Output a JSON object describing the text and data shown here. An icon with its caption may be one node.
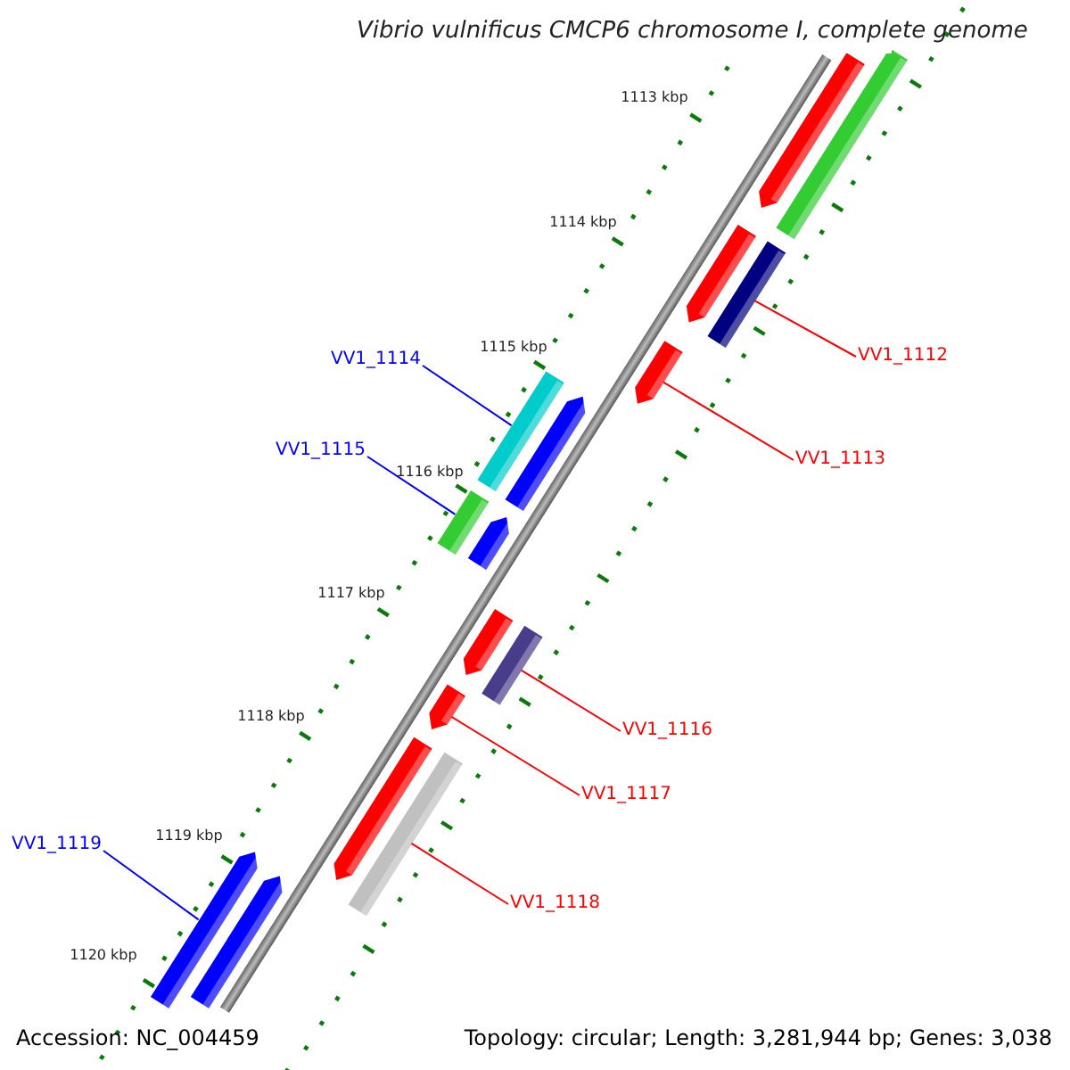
{
  "diagram": {
    "title": "Vibrio vulnificus CMCP6 chromosome I, complete genome",
    "nodes": [
      {
        "text": [
          "VV1_1112"
        ]
      },
      {
        "text": [
          "VV1_1113"
        ]
      },
      {
        "text": [
          "VV1_1114"
        ]
      },
      {
        "text": [
          "VV1_1115"
        ]
      },
      {
        "text": [
          "VV1_1116"
        ]
      },
      {
        "text": [
          "VV1_1117"
        ]
      },
      {
        "text": [
          "VV1_1118"
        ]
      },
      {
        "text": [
          "VV1_1119"
        ]
      },
      {
        "text": [],
        "shape": "bar"
      },
      {
        "text": [],
        "shape": "arrow"
      },
      {
        "text": [],
        "shape": "bar"
      },
      {
        "text": [],
        "shape": "bar"
      },
      {
        "text": [],
        "shape": "bar"
      },
      {
        "text": [],
        "shape": "arrow"
      },
      {
        "text": [],
        "shape": "bar"
      },
      {
        "text": [],
        "shape": "arrow"
      },
      {
        "text": [],
        "shape": "arrow"
      },
      {
        "text": [],
        "shape": "bar"
      },
      {
        "text": [],
        "shape": "arrow"
      },
      {
        "text": [],
        "shape": "arrow"
      },
      {
        "text": [],
        "shape": "arrow"
      },
      {
        "text": [],
        "shape": "arrow"
      },
      {
        "text": [],
        "shape": "arrow"
      },
      {
        "text": [],
        "shape": "arrow"
      }
    ],
    "edges": [
      {
        "from": 0,
        "to": 8,
        "arrow": "none"
      },
      {
        "from": 1,
        "to": 9,
        "arrow": "none"
      },
      {
        "from": 2,
        "to": 10,
        "arrow": "none",
        "color": "#0000ff"
      },
      {
        "from": 3,
        "to": 11,
        "arrow": "none",
        "color": "#0000ff"
      },
      {
        "from": 4,
        "to": 12,
        "arrow": "none"
      },
      {
        "from": 5,
        "to": 13,
        "arrow": "none"
      },
      {
        "from": 6,
        "to": 14,
        "arrow": "none"
      },
      {
        "from": 7,
        "to": 15,
        "arrow": "none",
        "color": "#0000ff"
      }
    ],
    "labels": [
      "1113 kbp",
      "1114 kbp",
      "1115 kbp",
      "1116 kbp",
      "1117 kbp",
      "1118 kbp",
      "1119 kbp",
      "1120 kbp",
      "Accession: NC_004459",
      "Topology: circular; Length: 3,281,944 bp; Genes: 3,038"
    ]
  }
}
